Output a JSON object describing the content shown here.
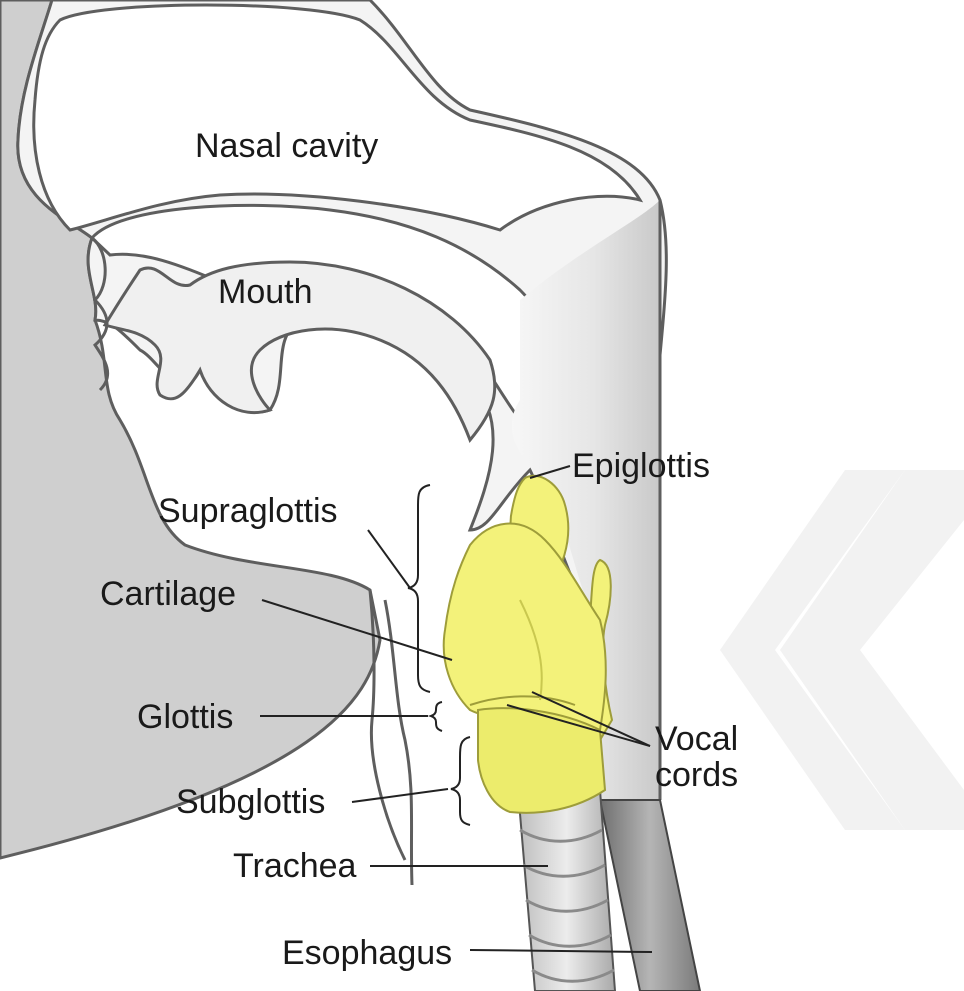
{
  "diagram": {
    "labels": {
      "nasal_cavity": "Nasal cavity",
      "mouth": "Mouth",
      "epiglottis": "Epiglottis",
      "supraglottis": "Supraglottis",
      "cartilage": "Cartilage",
      "glottis": "Glottis",
      "vocal_cords_line1": "Vocal",
      "vocal_cords_line2": "cords",
      "subglottis": "Subglottis",
      "trachea": "Trachea",
      "esophagus": "Esophagus"
    },
    "colors": {
      "larynx": "#f3f27a",
      "skin": "#cfcfcf",
      "outline": "#5e5e5e",
      "tissue": "#f4f4f4",
      "text": "#1a1a1a"
    }
  }
}
